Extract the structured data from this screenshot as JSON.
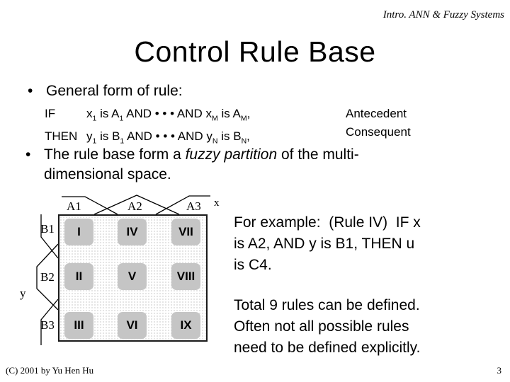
{
  "header": {
    "course": "Intro. ANN & Fuzzy Systems"
  },
  "title": "Control Rule Base",
  "bullets": {
    "bullet_char": "•",
    "general": "General form of rule:",
    "partition_segments": [
      {
        "t": "The rule base form a "
      },
      {
        "t": "fuzzy partition",
        "i": true
      },
      {
        "t": " of the multi-\ndimensional space."
      }
    ]
  },
  "rule": {
    "if_label": "IF",
    "then_label": "THEN",
    "if_segments": [
      {
        "t": "x"
      },
      {
        "t": "1",
        "sub": true
      },
      {
        "t": " is A"
      },
      {
        "t": "1",
        "sub": true
      },
      {
        "t": " AND • • • AND x"
      },
      {
        "t": "M",
        "sub": true
      },
      {
        "t": " is A"
      },
      {
        "t": "M",
        "sub": true
      },
      {
        "t": ","
      }
    ],
    "then_segments": [
      {
        "t": "y"
      },
      {
        "t": "1",
        "sub": true
      },
      {
        "t": " is B"
      },
      {
        "t": "1",
        "sub": true
      },
      {
        "t": " AND • • • AND y"
      },
      {
        "t": "N",
        "sub": true
      },
      {
        "t": " is B"
      },
      {
        "t": "N",
        "sub": true
      },
      {
        "t": ","
      }
    ],
    "antecedent": "Antecedent",
    "consequent": "Consequent"
  },
  "diagram": {
    "x_axis_label": "x",
    "y_axis_label": "y",
    "col_labels": [
      "A1",
      "A2",
      "A3"
    ],
    "row_labels": [
      "B1",
      "B2",
      "B3"
    ],
    "cells": [
      "I",
      "IV",
      "VII",
      "II",
      "V",
      "VIII",
      "III",
      "VI",
      "IX"
    ],
    "cell_color": "#c5c5c5",
    "grid_border_color": "#1a1a1a"
  },
  "notes": {
    "example": "For example:  (Rule IV)  IF x\nis A2, AND y is B1, THEN u\nis C4.",
    "total": "Total 9 rules can be defined.\nOften not all possible rules\nneed to be defined explicitly."
  },
  "footer": {
    "copyright": "(C) 2001 by Yu Hen Hu",
    "page": "3"
  }
}
